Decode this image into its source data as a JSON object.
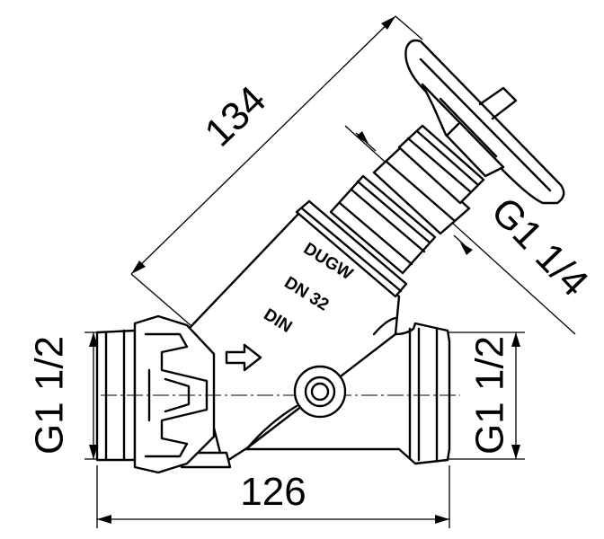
{
  "dimensions": {
    "overall_length": "126",
    "handwheel_length": "134",
    "inlet_thread": "G1 1/2",
    "outlet_thread": "G1 1/2",
    "bonnet_thread": "G1 1/4"
  },
  "body_markings": {
    "brand": "DUGW",
    "nominal_size": "DN 32",
    "standard": "DIN"
  }
}
